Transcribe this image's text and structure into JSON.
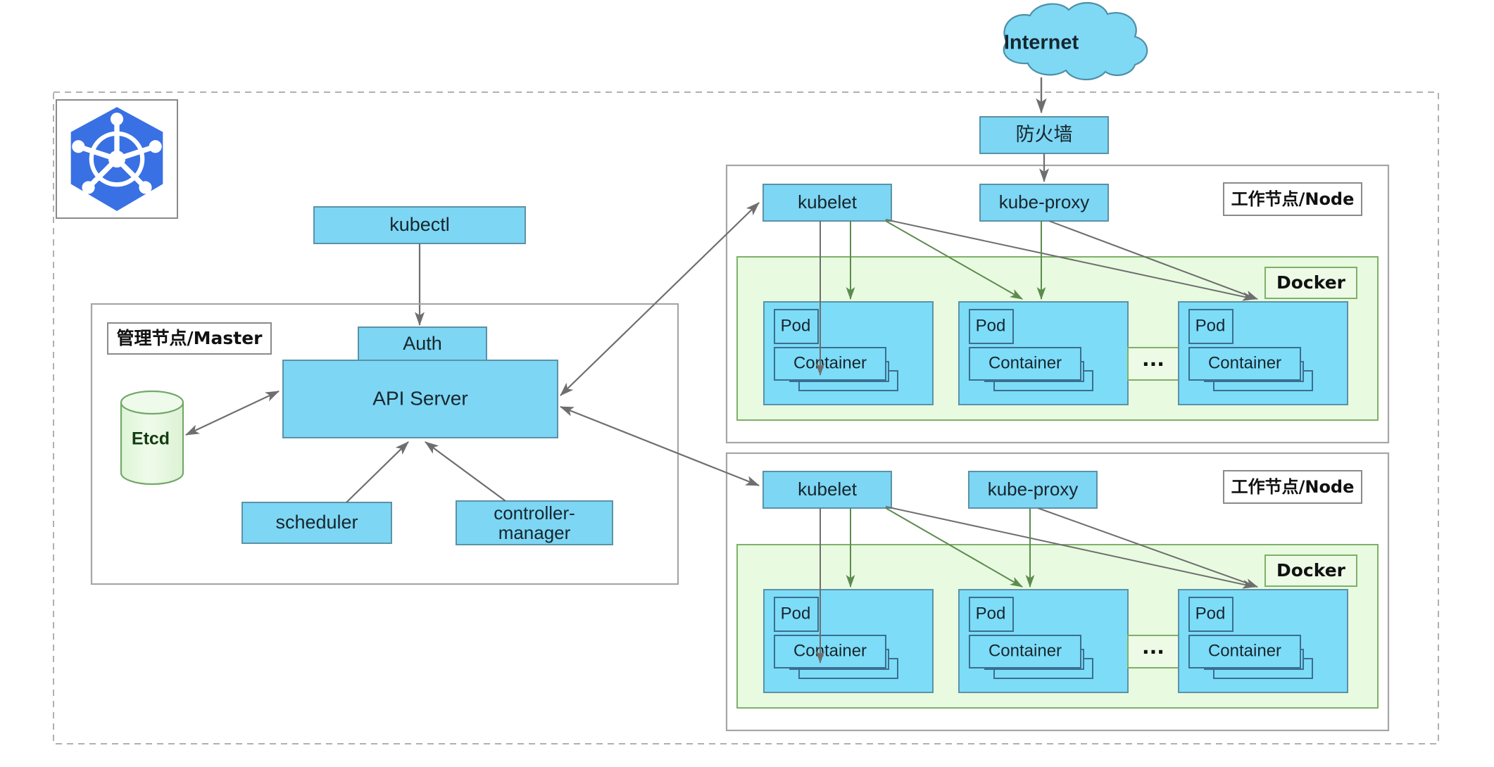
{
  "diagram": {
    "title": "Kubernetes 架构图",
    "colors": {
      "box_fill": "#7DD6F3",
      "box_stroke": "#5B92A8",
      "docker_fill": "#E8FAE0",
      "docker_stroke": "#7FB069",
      "etcd_fill": "#E4F7DE",
      "etcd_stroke": "#74A86A",
      "node_stroke": "#A6A6A6",
      "dashed_stroke": "#B0B0B0",
      "arrow_gray": "#6E6E6E",
      "arrow_green": "#5C8B4E",
      "k8s_blue": "#3970E4",
      "text_dark": "#16262E"
    },
    "internet": {
      "label": "Internet"
    },
    "firewall": {
      "label": "防火墙"
    },
    "logo": {
      "name": "kubernetes-logo"
    },
    "kubectl": {
      "label": "kubectl"
    },
    "master": {
      "label": "管理节点/Master",
      "auth": "Auth",
      "api_server": "API Server",
      "etcd": "Etcd",
      "scheduler": "scheduler",
      "controller_manager_line1": "controller-",
      "controller_manager_line2": "manager"
    },
    "nodes": [
      {
        "label": "工作节点/Node",
        "kubelet": "kubelet",
        "kube_proxy": "kube-proxy",
        "docker": "Docker",
        "ellipsis": "...",
        "pods": [
          {
            "pod_label": "Pod",
            "container_label": "Container"
          },
          {
            "pod_label": "Pod",
            "container_label": "Container"
          },
          {
            "pod_label": "Pod",
            "container_label": "Container"
          }
        ]
      },
      {
        "label": "工作节点/Node",
        "kubelet": "kubelet",
        "kube_proxy": "kube-proxy",
        "docker": "Docker",
        "ellipsis": "...",
        "pods": [
          {
            "pod_label": "Pod",
            "container_label": "Container"
          },
          {
            "pod_label": "Pod",
            "container_label": "Container"
          },
          {
            "pod_label": "Pod",
            "container_label": "Container"
          }
        ]
      }
    ]
  }
}
